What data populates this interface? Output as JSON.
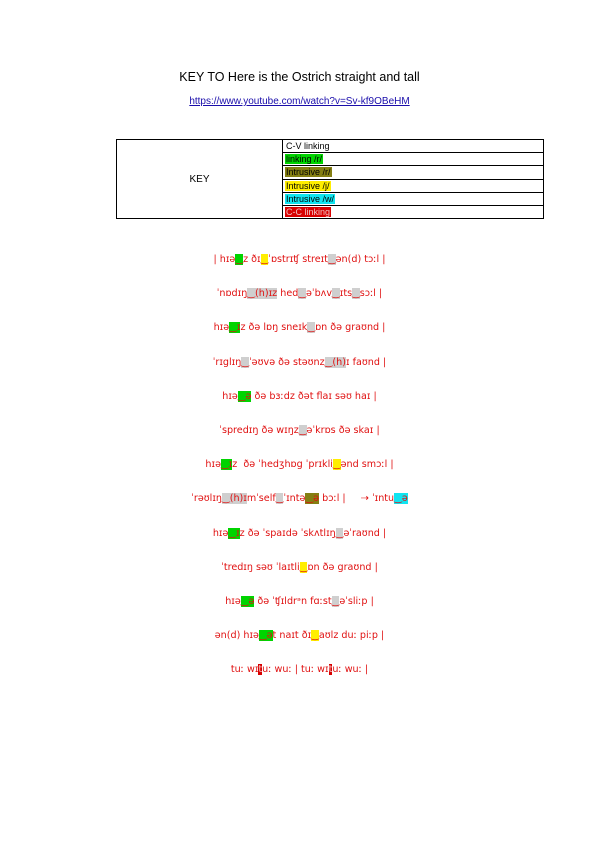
{
  "header": {
    "title": "KEY TO Here is the Ostrich straight and tall",
    "url": "https://www.youtube.com/watch?v=Sv-kf9OBeHM"
  },
  "key_table": {
    "label": "KEY",
    "rows": [
      {
        "text": "C-V linking",
        "color": ""
      },
      {
        "text": "linking /r/",
        "color": "#00d400"
      },
      {
        "text": "Intrusive /r/",
        "color": "#847f12"
      },
      {
        "text": "Intrusive /j/",
        "color": "#ffee00"
      },
      {
        "text": "Intrusive /w/",
        "color": "#10e4f0"
      },
      {
        "text": "C-C linking",
        "color": "#d80000"
      }
    ]
  },
  "transcription": [
    [
      [
        "|",
        "b"
      ],
      [
        " hɪə"
      ],
      [
        "‿",
        "green"
      ],
      [
        "z ðɪ"
      ],
      [
        "‿",
        "yellow"
      ],
      [
        "ˈɒstrɪʧ streɪt"
      ],
      [
        "‿",
        "grey"
      ],
      [
        "ən(d) tɔːl "
      ],
      [
        "|",
        "b"
      ]
    ],
    [
      [
        "ˈnɒdɪŋ"
      ],
      [
        "‿(h)ɪz",
        "grey"
      ],
      [
        " hed"
      ],
      [
        "‿",
        "grey"
      ],
      [
        "əˈbʌv"
      ],
      [
        "‿",
        "grey"
      ],
      [
        "ɪts"
      ],
      [
        "‿",
        "grey"
      ],
      [
        "sɔːl "
      ],
      [
        "|",
        "b"
      ]
    ],
    [
      [
        "hɪə"
      ],
      [
        "‿ɪ",
        "green"
      ],
      [
        "z ðə lɒŋ sneɪk"
      ],
      [
        "‿",
        "grey"
      ],
      [
        "ɒn ðə graʊnd "
      ],
      [
        "|",
        "b"
      ]
    ],
    [
      [
        "ˈrɪglɪŋ"
      ],
      [
        "‿",
        "grey"
      ],
      [
        "ˈəʊvə ðə stəʊnz"
      ],
      [
        "‿(h)",
        "grey"
      ],
      [
        "ɪ faʊnd "
      ],
      [
        "|",
        "b"
      ]
    ],
    [
      [
        "hɪə"
      ],
      [
        "‿ə",
        "green"
      ],
      [
        " ðə bɜːdz ðət flaɪ səʊ haɪ "
      ],
      [
        "|",
        "b"
      ]
    ],
    [
      [
        "ˈspredɪŋ ðə wɪŋz"
      ],
      [
        "‿",
        "grey"
      ],
      [
        "əˈkrɒs ðə skaɪ "
      ],
      [
        "|",
        "b"
      ]
    ],
    [
      [
        "hɪə"
      ],
      [
        "‿ɪ",
        "green"
      ],
      [
        "z  ðə ˈhedʒhɒg ˈprɪkli"
      ],
      [
        "‿",
        "yellow"
      ],
      [
        "ənd smɔːl "
      ],
      [
        "|",
        "b"
      ]
    ],
    [
      [
        "ˈrəʊlɪŋ"
      ],
      [
        "‿(h)ɪ",
        "grey"
      ],
      [
        "mˈself"
      ],
      [
        "‿",
        "grey"
      ],
      [
        "ˈɪntə"
      ],
      [
        "‿ə",
        "olive"
      ],
      [
        " bɔːl "
      ],
      [
        "|",
        "b"
      ],
      [
        "     ⇢ ˈɪntu"
      ],
      [
        "‿ə",
        "cyan"
      ]
    ],
    [
      [
        "hɪə"
      ],
      [
        "‿ɪ",
        "green"
      ],
      [
        "z ðə ˈspaɪdə ˈskʌtlɪŋ"
      ],
      [
        "‿",
        "grey"
      ],
      [
        "əˈraʊnd "
      ],
      [
        "|",
        "b"
      ]
    ],
    [
      [
        "ˈtredɪŋ səʊ ˈlaɪtli"
      ],
      [
        "‿",
        "yellow"
      ],
      [
        "ɒn ðə graʊnd "
      ],
      [
        "|",
        "b"
      ]
    ],
    [
      [
        "hɪə"
      ],
      [
        "‿ə",
        "green"
      ],
      [
        " ðə ˈʧɪldrᵊn fɑːst"
      ],
      [
        "‿",
        "grey"
      ],
      [
        "əˈsliːp "
      ],
      [
        "|",
        "b"
      ]
    ],
    [
      [
        "ən(d) hɪə"
      ],
      [
        "‿ə",
        "green"
      ],
      [
        "t naɪt ðɪ"
      ],
      [
        "‿",
        "yellow"
      ],
      [
        "aʊlz duː piːp "
      ],
      [
        "|",
        "b"
      ]
    ],
    [
      [
        "tuː wɪ"
      ],
      [
        "t",
        "red"
      ],
      [
        "uː wuː "
      ],
      [
        "|",
        "b"
      ],
      [
        " tuː wɪ"
      ],
      [
        "t",
        "red"
      ],
      [
        "uː wuː "
      ],
      [
        "|",
        "b"
      ]
    ]
  ]
}
